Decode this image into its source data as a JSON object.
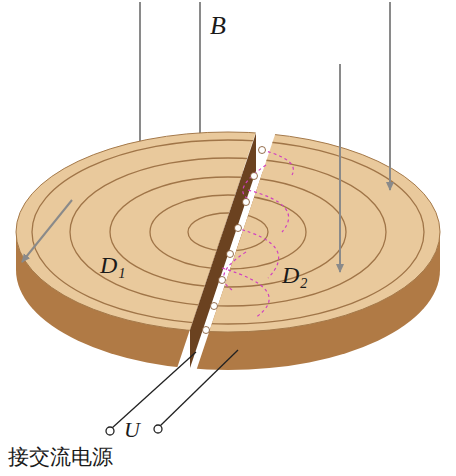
{
  "diagram": {
    "labels": [
      "B",
      "D₁",
      "D₂",
      "U",
      "接交流电源"
    ]
  }
}
